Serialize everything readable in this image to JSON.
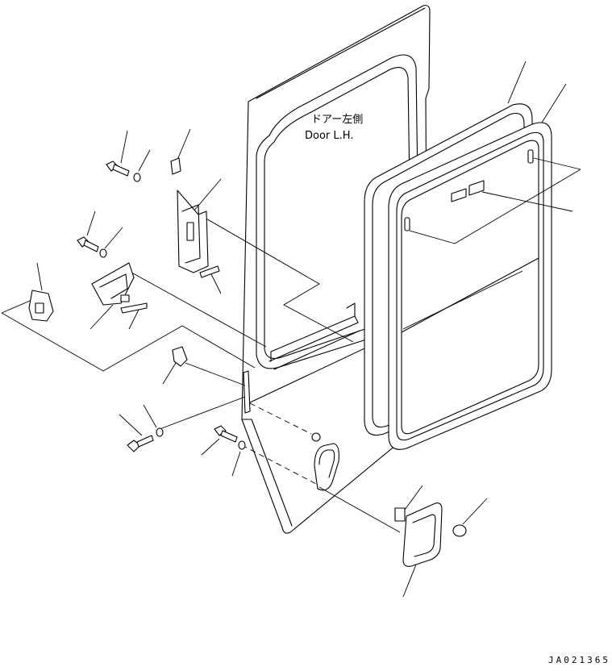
{
  "door_label": {
    "jp": "ドアー左側",
    "en": "Door L.H."
  },
  "drawing_code": "JA021365"
}
